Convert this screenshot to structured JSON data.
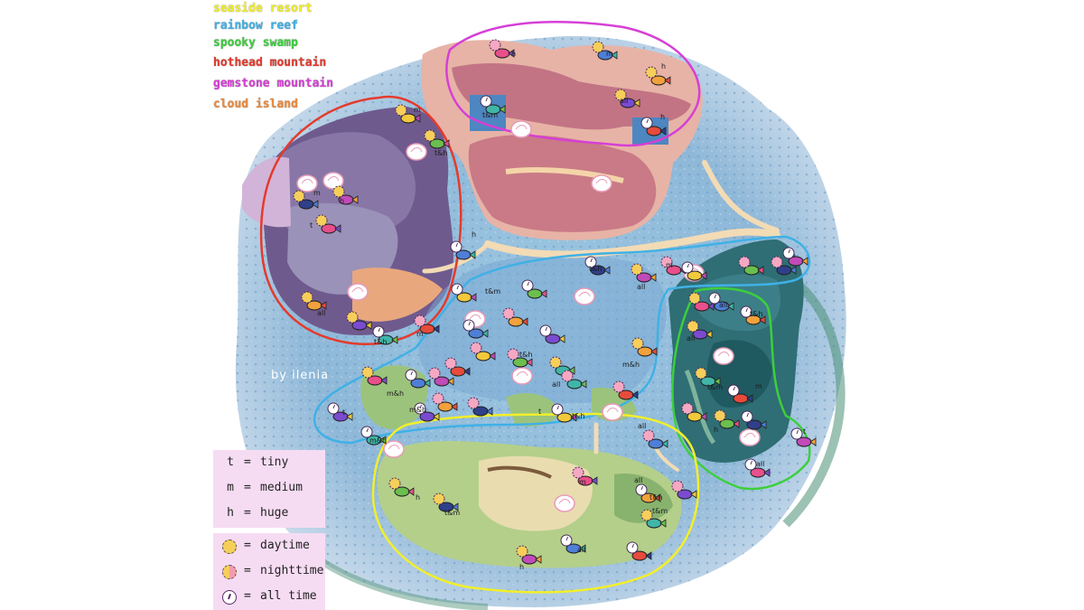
{
  "regions": [
    {
      "name": "seaside resort",
      "color": "#f2ef2a"
    },
    {
      "name": "rainbow reef",
      "color": "#3fb1e6"
    },
    {
      "name": "spooky swamp",
      "color": "#3ccf3c"
    },
    {
      "name": "hothead mountain",
      "color": "#e53a2c"
    },
    {
      "name": "gemstone mountain",
      "color": "#d63fd6"
    },
    {
      "name": "cloud island",
      "color": "#ee8a3a"
    }
  ],
  "size_key": [
    {
      "letter": "t",
      "eq": "=",
      "label": "tiny"
    },
    {
      "letter": "m",
      "eq": "=",
      "label": "medium"
    },
    {
      "letter": "h",
      "eq": "=",
      "label": "huge"
    }
  ],
  "time_key": [
    {
      "symbol": "day-sun-icon",
      "eq": "=",
      "label": "daytime"
    },
    {
      "symbol": "night-moon-icon",
      "eq": "=",
      "label": "nighttime"
    },
    {
      "symbol": "clock-icon",
      "eq": "=",
      "label": "all time"
    }
  ],
  "credit": "by ilenia",
  "fish_tags": [
    "h",
    "m",
    "h",
    "all",
    "t&m",
    "h",
    "m",
    "t&h",
    "m",
    "h",
    "t",
    "h",
    "all",
    "t&h",
    "m",
    "t&m",
    "t&h",
    "all",
    "m",
    "t&h",
    "all",
    "all",
    "t&h",
    "all",
    "t&m",
    "m",
    "h",
    "all",
    "t",
    "h",
    "t&m",
    "h",
    "m",
    "all",
    "t&h",
    "all",
    "t&m",
    "m&h",
    "m&h",
    "t",
    "m&h",
    "t&h",
    "m&h",
    "t",
    "all"
  ]
}
